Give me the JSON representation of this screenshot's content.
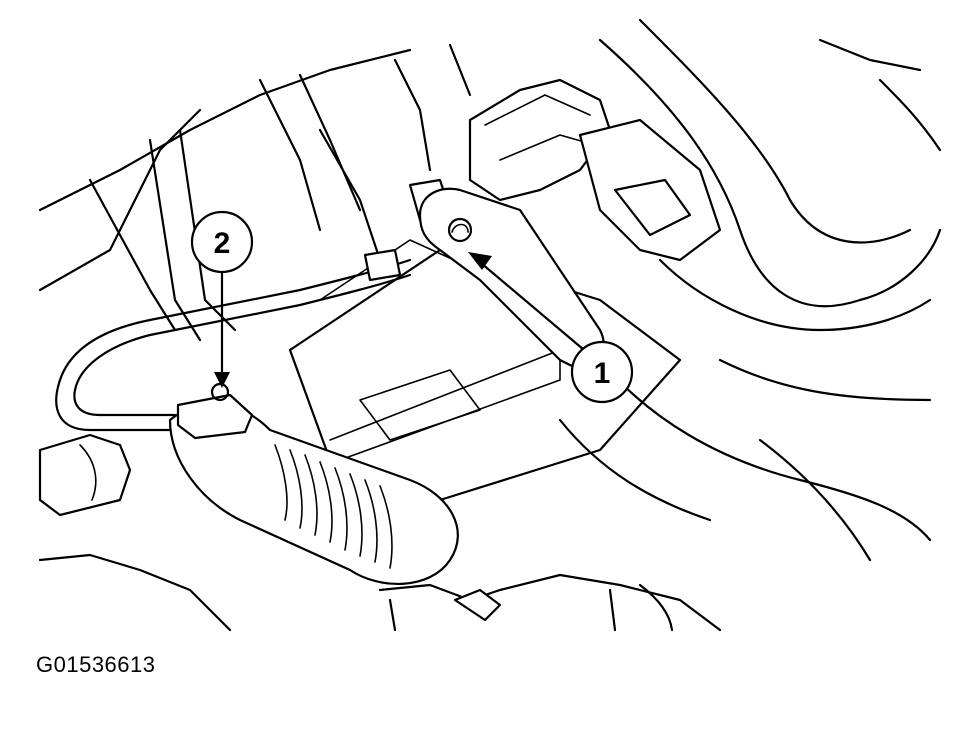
{
  "figure": {
    "id_label": "G01536613",
    "description_hidden": false
  },
  "callouts": [
    {
      "label": "1"
    },
    {
      "label": "2"
    }
  ],
  "colors": {
    "ink": "#000000",
    "paper": "#ffffff"
  }
}
